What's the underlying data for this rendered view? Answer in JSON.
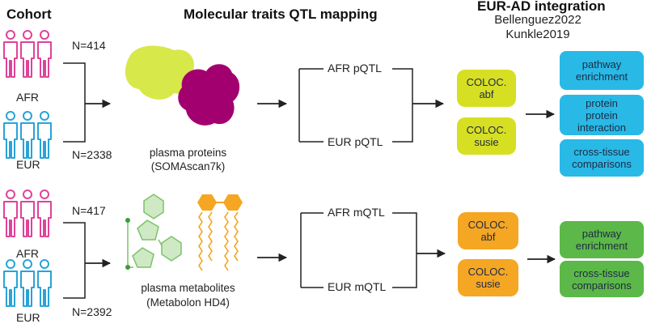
{
  "headers": {
    "cohort": "Cohort",
    "qtl_mapping": "Molecular traits QTL mapping",
    "integration": "EUR-AD integration",
    "integration_sub1": "Bellenguez2022",
    "integration_sub2": "Kunkle2019"
  },
  "protein_block": {
    "afr_label": "AFR",
    "eur_label": "EUR",
    "afr_n": "N=414",
    "eur_n": "N=2338",
    "trait_caption_line1": "plasma proteins",
    "trait_caption_line2": "(SOMAscan7k)",
    "afr_qtl": "AFR pQTL",
    "eur_qtl": "EUR pQTL",
    "coloc": [
      "COLOC.\nabf",
      "COLOC.\nsusie"
    ],
    "outcomes": [
      "pathway\nenrichment",
      "protein\nprotein\ninteraction",
      "cross-tissue\ncomparisons"
    ]
  },
  "metabolite_block": {
    "afr_label": "AFR",
    "eur_label": "EUR",
    "afr_n": "N=417",
    "eur_n": "N=2392",
    "trait_caption_line1": "plasma metabolites",
    "trait_caption_line2": "(Metabolon HD4)",
    "afr_qtl": "AFR mQTL",
    "eur_qtl": "EUR mQTL",
    "coloc": [
      "COLOC.\nabf",
      "COLOC.\nsusie"
    ],
    "outcomes": [
      "pathway\nenrichment",
      "cross-tissue\ncomparisons"
    ]
  },
  "colors": {
    "afr_people": "#e0429a",
    "eur_people": "#29a3d9",
    "protein_yellow": "#d7e84a",
    "protein_magenta": "#a3006f",
    "metabolite_green": "#7cc26a",
    "lipid_orange": "#f5a623",
    "coloc_yellow": "#d7df23",
    "coloc_orange": "#f5a623",
    "outcome_blue": "#29b9e6",
    "outcome_green": "#5cb848"
  },
  "icons": [
    "person-group-icon",
    "protein-blob-icon",
    "metabolite-molecule-icon",
    "lipid-chain-icon",
    "arrow-right-icon"
  ]
}
